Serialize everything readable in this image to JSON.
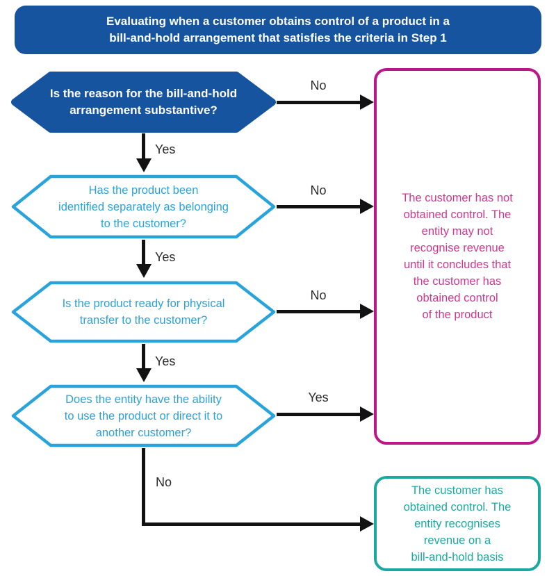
{
  "title": {
    "lines": [
      "Evaluating when a customer obtains control of a product in a",
      "bill-and-hold arrangement that satisfies the criteria in Step 1"
    ]
  },
  "questions": [
    {
      "id": "q1",
      "style": "dark-filled",
      "lines": [
        "Is the reason for the bill-and-hold",
        "arrangement substantive?"
      ]
    },
    {
      "id": "q2",
      "style": "light-outline",
      "lines": [
        "Has the product been",
        "identified separately as belonging",
        "to the customer?"
      ]
    },
    {
      "id": "q3",
      "style": "light-outline",
      "lines": [
        "Is the product ready for physical",
        "transfer to the customer?"
      ]
    },
    {
      "id": "q4",
      "style": "light-outline",
      "lines": [
        "Does the entity have the ability",
        "to use the product or direct it to",
        "another customer?"
      ]
    }
  ],
  "connectors": {
    "q1_no": "No",
    "q1_yes": "Yes",
    "q2_no": "No",
    "q2_yes": "Yes",
    "q3_no": "No",
    "q3_yes": "Yes",
    "q4_yes": "Yes",
    "q4_no": "No"
  },
  "outcomes": {
    "not_obtained": {
      "lines": [
        "The customer has not",
        "obtained control. The",
        "entity may not",
        "recognise revenue",
        "until it concludes that",
        "the customer has",
        "obtained control",
        "of the product"
      ]
    },
    "obtained": {
      "lines": [
        "The customer has",
        "obtained control. The",
        "entity recognises",
        "revenue on a",
        "bill-and-hold basis"
      ]
    }
  },
  "colors": {
    "dark_blue": "#16549F",
    "light_blue": "#29A3DC",
    "pink_border": "#BE1589",
    "pink_text": "#D5358F",
    "teal": "#1BA8A1",
    "arrow_black": "#121212",
    "label_text": "#2a2a2a"
  }
}
